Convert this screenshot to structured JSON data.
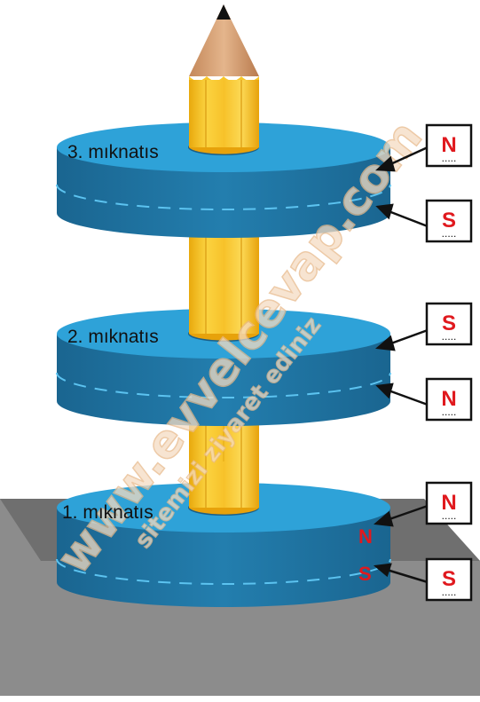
{
  "magnets": [
    {
      "label": "3. mıknatıs",
      "top_pole": "N",
      "bottom_pole": "S"
    },
    {
      "label": "2. mıknatıs",
      "top_pole": "S",
      "bottom_pole": "N"
    },
    {
      "label": "1. mıknatıs",
      "top_pole": "N",
      "bottom_pole": "S",
      "side_top": "N",
      "side_bottom": "S"
    }
  ],
  "answer_blank": ".....",
  "watermark": {
    "main": "www.evvelcevap.com",
    "sub": "sitemizi ziyaret ediniz"
  },
  "colors": {
    "magnet_top": "#2b9fd6",
    "magnet_side": "#1d6f9a",
    "pencil": "#f7c629",
    "pole_letter": "#e0191e",
    "base": "#8a8a8a"
  }
}
